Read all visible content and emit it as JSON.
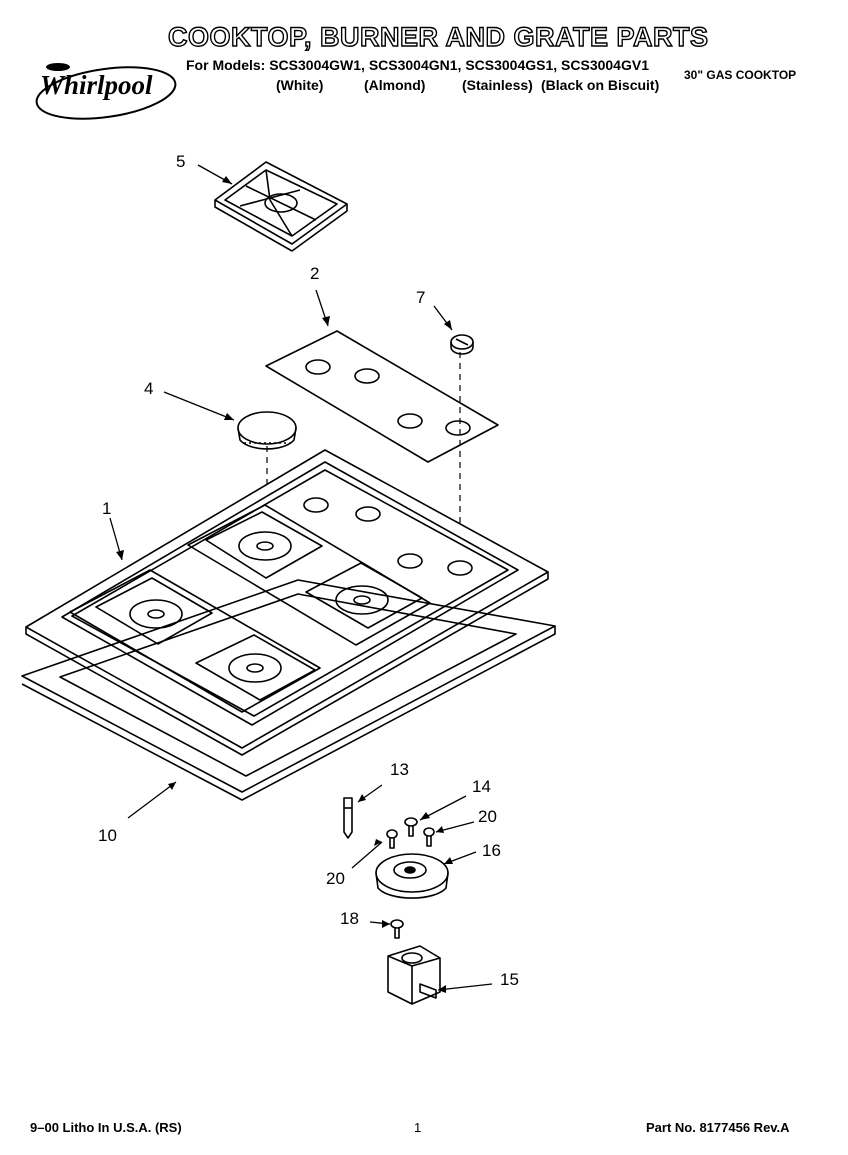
{
  "header": {
    "title": "COOKTOP, BURNER AND GRATE PARTS",
    "models_line": "For Models: SCS3004GW1, SCS3004GN1, SCS3004GS1, SCS3004GV1",
    "finishes": [
      "(White)",
      "(Almond)",
      "(Stainless)",
      "(Black on Biscuit)"
    ],
    "product_type": "30\" GAS COOKTOP",
    "logo": "Whirlpool"
  },
  "callouts": [
    "5",
    "2",
    "7",
    "4",
    "1",
    "13",
    "14",
    "20",
    "16",
    "20",
    "10",
    "18",
    "15"
  ],
  "footer": {
    "litho": "9–00 Litho In U.S.A. (RS)",
    "page": "1",
    "part_no": "Part No. 8177456 Rev.A"
  }
}
